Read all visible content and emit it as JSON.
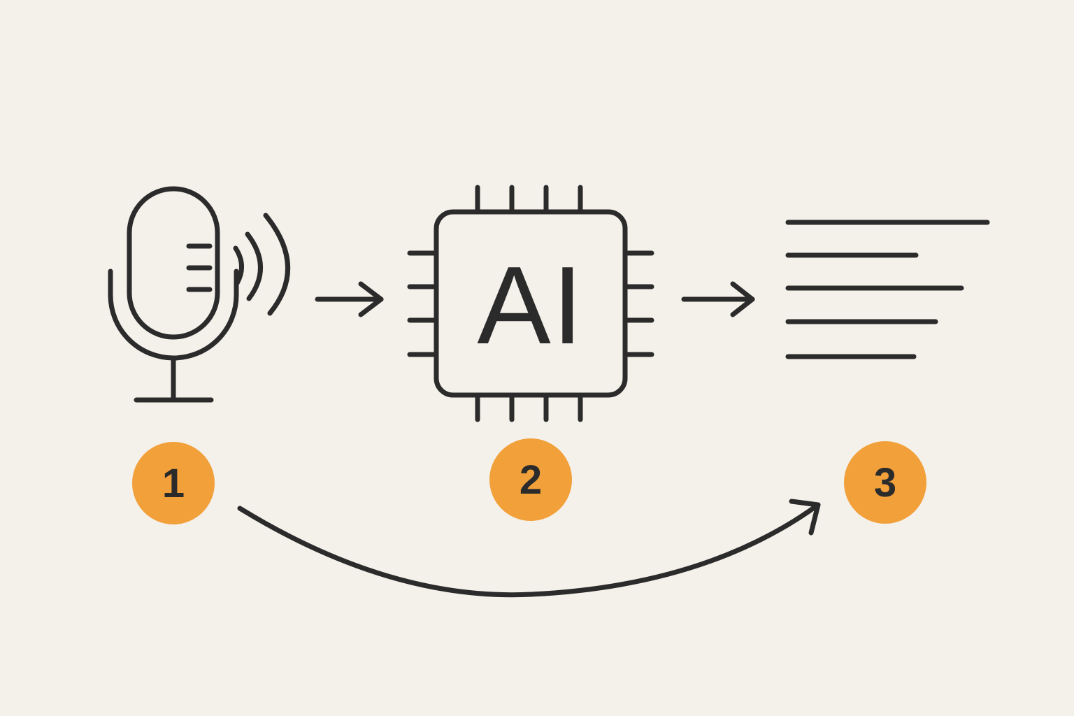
{
  "chip": {
    "label": "AI"
  },
  "steps": [
    {
      "number": "1"
    },
    {
      "number": "2"
    },
    {
      "number": "3"
    }
  ],
  "colors": {
    "background": "#f4f0ea",
    "ink": "#2b2b2b",
    "badge": "#f2a03a"
  },
  "icons": [
    "microphone-icon",
    "sound-waves-icon",
    "ai-chip-icon",
    "text-lines-icon"
  ]
}
